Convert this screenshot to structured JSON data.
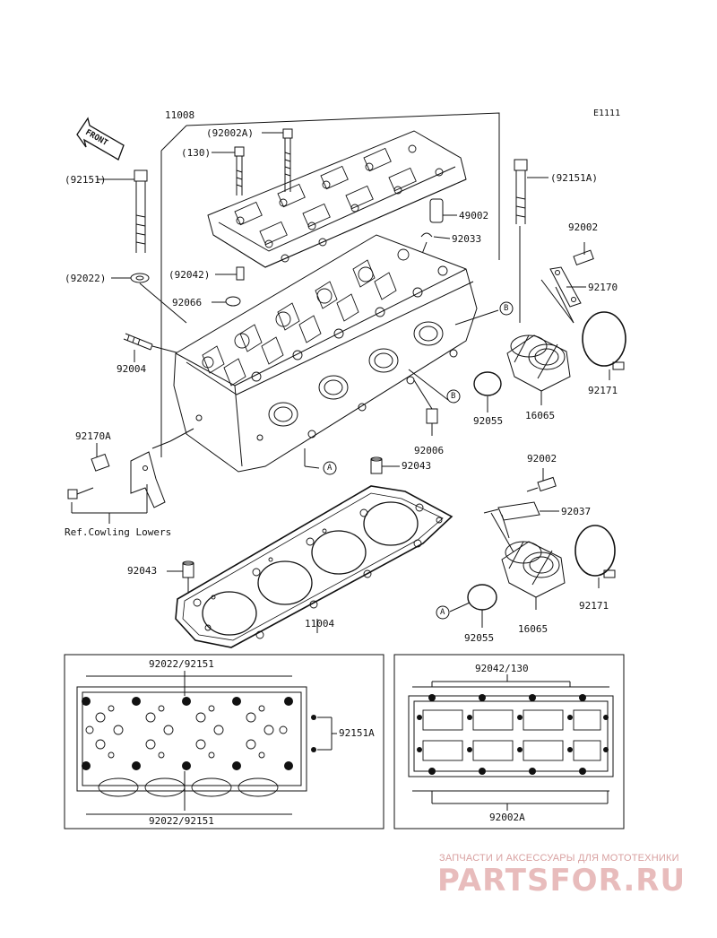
{
  "diagram": {
    "code": "E1111",
    "front_label": "FRONT",
    "ref_note": "Ref.Cowling Lowers",
    "labels": {
      "p11008": "11008",
      "p92002A_b": "(92002A)",
      "p130": "(130)",
      "p92151_b": "(92151)",
      "p92151A_b": "(92151A)",
      "p49002": "49002",
      "p92033": "92033",
      "p92002_top": "92002",
      "p92170": "92170",
      "p92022_b": "(92022)",
      "p92042_b": "(92042)",
      "p92066": "92066",
      "p92004": "92004",
      "p92171_top": "92171",
      "p92055_top": "92055",
      "p16065_top": "16065",
      "p92006": "92006",
      "p92170A": "92170A",
      "p92043_top": "92043",
      "p92002_mid": "92002",
      "p92037": "92037",
      "p92043_left": "92043",
      "p11004": "11004",
      "p92171_bot": "92171",
      "p16065_bot": "16065",
      "p92055_bot": "92055",
      "inset_l_top": "92022/92151",
      "inset_l_bot": "92022/92151",
      "inset_l_right": "92151A",
      "inset_r_top": "92042/130",
      "inset_r_bot": "92002A"
    },
    "markers": {
      "A1": "A",
      "B1": "B",
      "B2": "B",
      "A2": "A"
    }
  },
  "watermark": {
    "tagline": "ЗАПЧАСТИ И АКСЕССУАРЫ ДЛЯ МОТОТЕХНИКИ",
    "logo": "PARTSFOR.RU"
  }
}
